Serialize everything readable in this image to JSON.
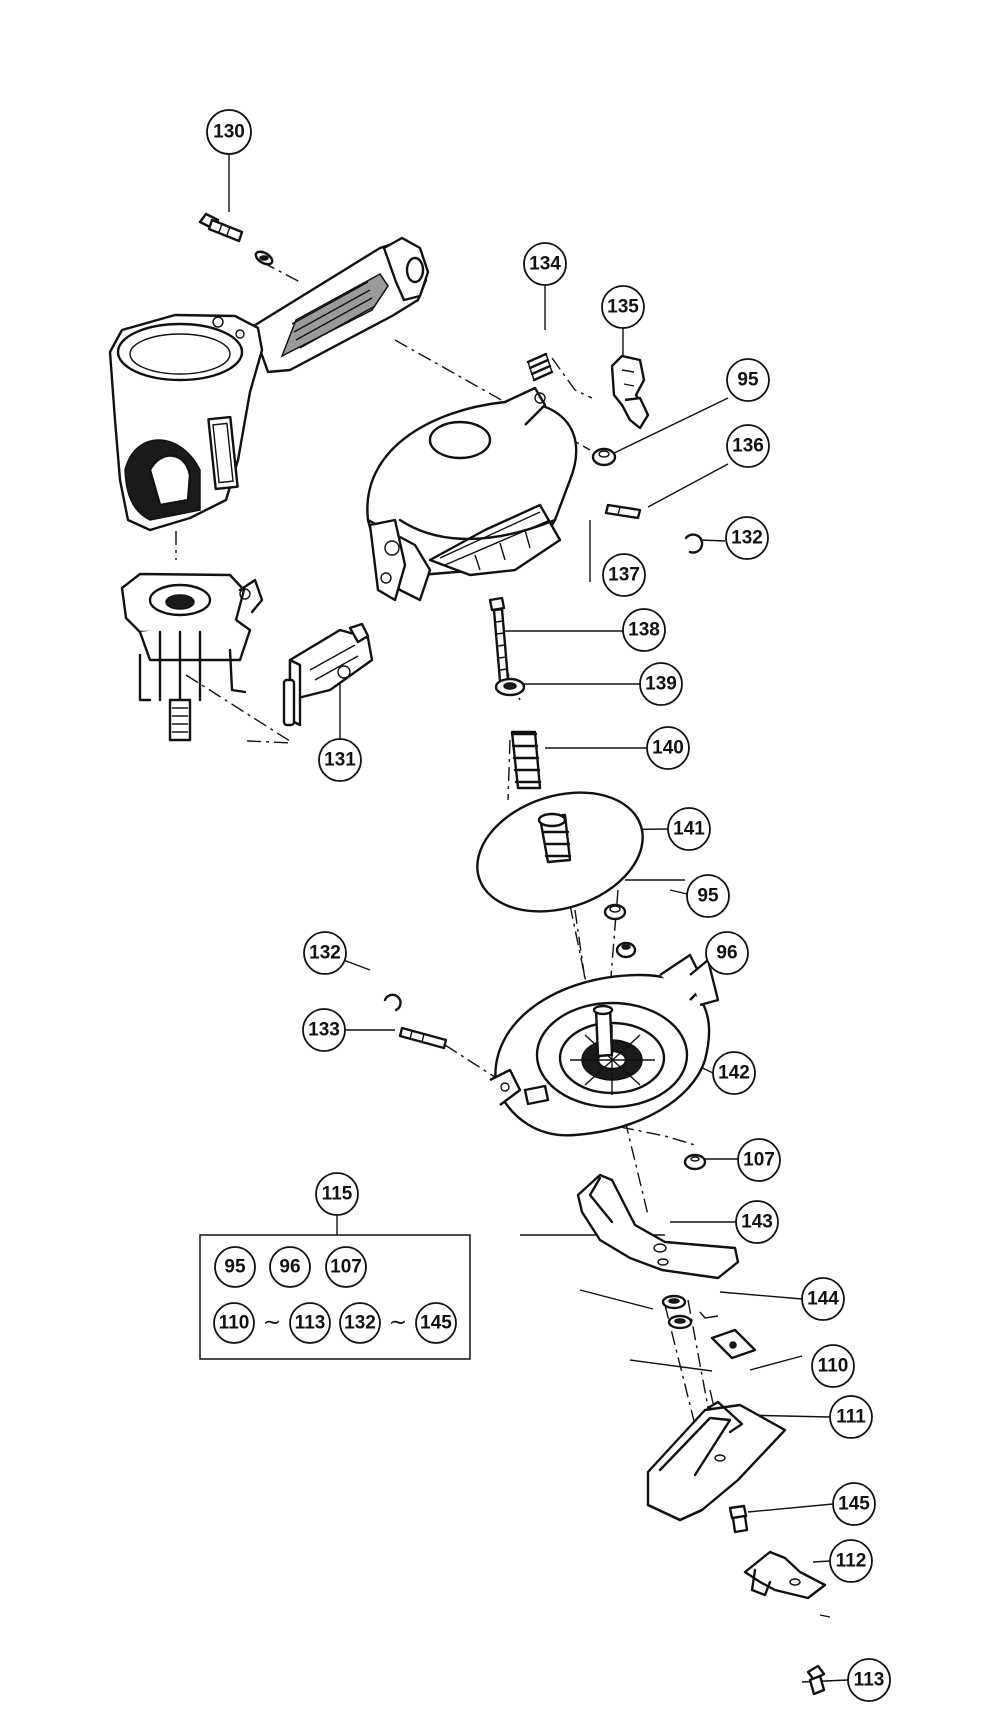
{
  "callouts": {
    "c130": "130",
    "c134": "134",
    "c135": "135",
    "c95a": "95",
    "c136": "136",
    "c132a": "132",
    "c137": "137",
    "c138": "138",
    "c139": "139",
    "c140": "140",
    "c131": "131",
    "c141": "141",
    "c95b": "95",
    "c96": "96",
    "c132b": "132",
    "c133": "133",
    "c142": "142",
    "c107": "107",
    "c115": "115",
    "c143": "143",
    "c144": "144",
    "c110": "110",
    "c111": "111",
    "c145": "145",
    "c112": "112",
    "c113": "113"
  },
  "kit": {
    "label": "115",
    "row1": [
      "95",
      "96",
      "107"
    ],
    "row2": [
      "110",
      "113",
      "132",
      "145"
    ],
    "range_symbol": "~"
  }
}
